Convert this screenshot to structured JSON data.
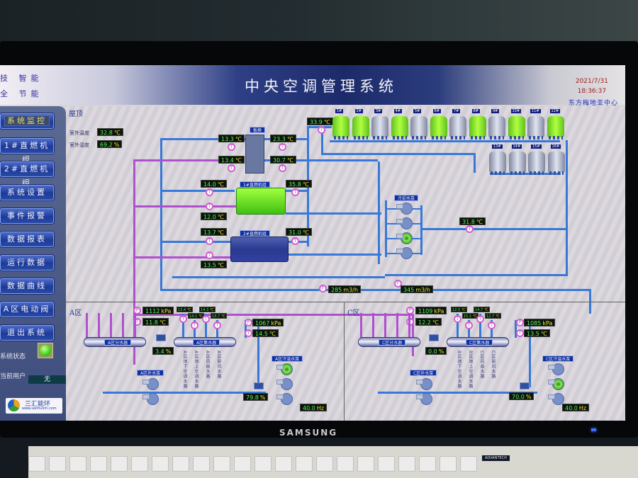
{
  "app": {
    "title": "中央空调管理系统",
    "brand_lines": [
      "技 智能",
      "全 节能"
    ],
    "date": "2021/7/31",
    "time": "18:36:37",
    "site_name": "东方梅地亚中心"
  },
  "sidebar": {
    "items": [
      {
        "label": "系统监控",
        "active": true
      },
      {
        "label": "1#直燃机组"
      },
      {
        "label": "2#直燃机组"
      },
      {
        "label": "系统设置"
      },
      {
        "label": "事件报警"
      },
      {
        "label": "数据报表"
      },
      {
        "label": "运行数据"
      },
      {
        "label": "数据曲线"
      },
      {
        "label": "A区电动阀"
      },
      {
        "label": "退出系统"
      }
    ],
    "system_status_label": "系统状态",
    "system_status": "running",
    "current_user_label": "当前用户",
    "current_user": "无",
    "logo_name": "三汇能环",
    "logo_url": "www.sanhuinh.com"
  },
  "roof": {
    "section_label": "屋顶",
    "outdoor_temp_label": "室外温度",
    "outdoor_temp": "32.8",
    "outdoor_humidity_label": "室外湿度",
    "outdoor_humidity": "69.2",
    "heat_exchanger_label": "板换",
    "hx_temps": {
      "in_left_top": "13.3",
      "in_left_bottom": "13.4",
      "out_right_top": "23.3",
      "out_right_bottom": "30.7"
    },
    "tower_inlet_temp": "33.9",
    "cooling_towers": [
      {
        "label": "1#",
        "on": true
      },
      {
        "label": "2#",
        "on": true
      },
      {
        "label": "3#",
        "on": false
      },
      {
        "label": "4#",
        "on": true
      },
      {
        "label": "5#",
        "on": false
      },
      {
        "label": "6#",
        "on": true
      },
      {
        "label": "7#",
        "on": false
      },
      {
        "label": "8#",
        "on": true
      },
      {
        "label": "9#",
        "on": false
      },
      {
        "label": "10#",
        "on": true
      },
      {
        "label": "11#",
        "on": false
      },
      {
        "label": "12#",
        "on": true
      },
      {
        "label": "13#",
        "on": false
      },
      {
        "label": "14#",
        "on": false
      },
      {
        "label": "15#",
        "on": false
      },
      {
        "label": "16#",
        "on": false
      }
    ],
    "chiller1": {
      "label": "1#直燃机组",
      "chw_in": "14.0",
      "chw_out": "12.0",
      "cw_out": "35.8",
      "running": true
    },
    "chiller2": {
      "label": "2#直燃机组",
      "chw_in": "13.7",
      "chw_out": "13.5",
      "cw_out": "31.0",
      "running": false
    },
    "cooling_pumps_label": "冷却水泵",
    "cooling_pumps": [
      false,
      false,
      true,
      false
    ],
    "cooling_return_temp": "31.8",
    "flow_a": "285",
    "flow_c": "345",
    "flow_unit": "m3/h",
    "temp_unit": "℃",
    "pct_unit": "%",
    "kpa_unit": "kPa",
    "hz_unit": "Hz"
  },
  "zone_a": {
    "section_label": "A区",
    "supply_pressure": "1112",
    "supply_temp": "11.8",
    "distributor_label": "A区分水器",
    "collector_label": "A区集水器",
    "bypass_valve": "3.4",
    "branch_temps": [
      "13.4",
      "14.1",
      "14.3",
      "13.7"
    ],
    "branch_names": [
      "A区地下空调水路",
      "A区地上空调水路",
      "A区风盘水路",
      "A区新风水路"
    ],
    "return_pressure": "1067",
    "return_temp": "14.5",
    "makeup_pump_label": "A区补水泵",
    "chw_pump_label": "A区冷温水泵",
    "chw_pumps": [
      true,
      false,
      false
    ],
    "valve_opening": "79.8",
    "pump_freq": "40.0"
  },
  "zone_c": {
    "section_label": "C区",
    "supply_pressure": "1109",
    "supply_temp": "12.2",
    "distributor_label": "C区分水器",
    "collector_label": "C区集水器",
    "bypass_valve": "0.0",
    "branch_temps": [
      "12.5",
      "15.1",
      "14.7",
      "12.7"
    ],
    "branch_names": [
      "B区地下空调水路",
      "B区地上空调水路",
      "C区风盘水路",
      "C区新风水路"
    ],
    "return_pressure": "1085",
    "return_temp": "13.5",
    "makeup_pump_label": "C区补水泵",
    "chw_pump_label": "C区冷温水泵",
    "chw_pumps": [
      false,
      true,
      false
    ],
    "valve_opening": "70.0",
    "pump_freq": "40.0"
  },
  "hardware": {
    "monitor_brand": "SAMSUNG",
    "keyboard_brand": "ADVANTECH"
  }
}
